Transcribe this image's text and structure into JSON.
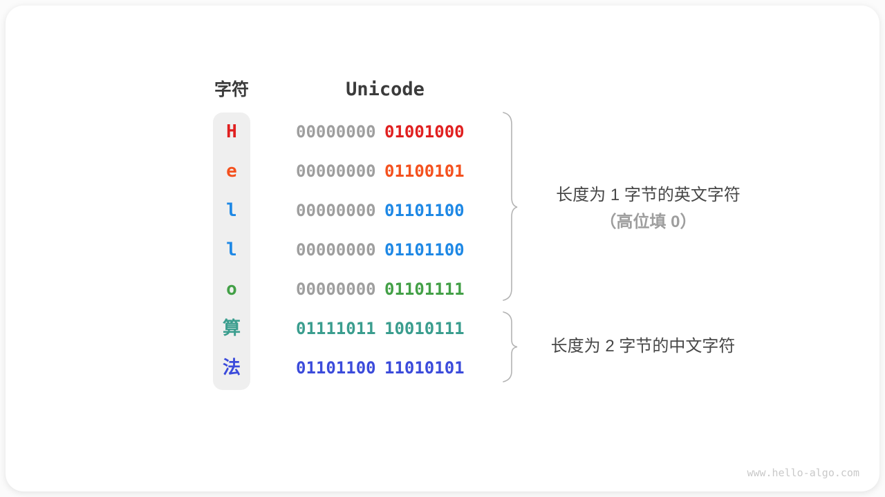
{
  "header": {
    "char_column": "字符",
    "unicode_column": "Unicode"
  },
  "rows": [
    {
      "char": "H",
      "char_color": "#e02020",
      "high_byte": "00000000",
      "high_color": "#9e9e9e",
      "low_byte": "01001000",
      "low_color": "#e02020"
    },
    {
      "char": "e",
      "char_color": "#f4511e",
      "high_byte": "00000000",
      "high_color": "#9e9e9e",
      "low_byte": "01100101",
      "low_color": "#f4511e"
    },
    {
      "char": "l",
      "char_color": "#1e88e5",
      "high_byte": "00000000",
      "high_color": "#9e9e9e",
      "low_byte": "01101100",
      "low_color": "#1e88e5"
    },
    {
      "char": "l",
      "char_color": "#1e88e5",
      "high_byte": "00000000",
      "high_color": "#9e9e9e",
      "low_byte": "01101100",
      "low_color": "#1e88e5"
    },
    {
      "char": "o",
      "char_color": "#43a047",
      "high_byte": "00000000",
      "high_color": "#9e9e9e",
      "low_byte": "01101111",
      "low_color": "#43a047"
    },
    {
      "char": "算",
      "char_color": "#3a9d8e",
      "high_byte": "01111011",
      "high_color": "#3a9d8e",
      "low_byte": "10010111",
      "low_color": "#3a9d8e"
    },
    {
      "char": "法",
      "char_color": "#3b4bdb",
      "high_byte": "01101100",
      "high_color": "#3b4bdb",
      "low_byte": "11010101",
      "low_color": "#3b4bdb"
    }
  ],
  "annotations": {
    "english_group_line1": "长度为 1 字节的英文字符",
    "english_group_line2": "（高位填 0）",
    "chinese_group": "长度为 2 字节的中文字符"
  },
  "watermark": "www.hello-algo.com",
  "colors": {
    "header_text": "#3b3b3b",
    "gray_byte": "#9e9e9e",
    "annotation_dark": "#474747",
    "annotation_gray": "#9e9e9e",
    "brace": "#b3b3b3",
    "char_column_bg": "#efefef"
  }
}
